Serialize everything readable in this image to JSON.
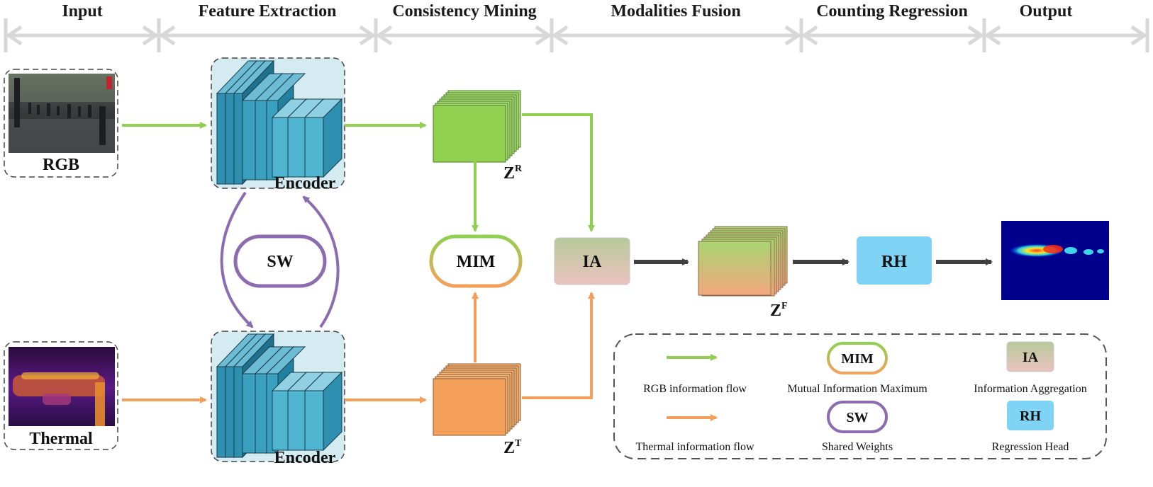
{
  "stages": [
    "Input",
    "Feature Extraction",
    "Consistency Mining",
    "Modalities Fusion",
    "Counting Regression",
    "Output"
  ],
  "inputs": {
    "rgb_label": "RGB",
    "thermal_label": "Thermal"
  },
  "encoder": {
    "top_label": "Encoder",
    "bottom_label": "Encoder"
  },
  "shared_weights": "SW",
  "features": {
    "rgb": "Z",
    "rgb_sup": "R",
    "thermal": "Z",
    "thermal_sup": "T",
    "fused": "Z",
    "fused_sup": "F"
  },
  "mim": "MIM",
  "ia": "IA",
  "rh": "RH",
  "legend": {
    "rgb_flow": "RGB information flow",
    "thermal_flow": "Thermal information flow",
    "mim_box": "MIM",
    "mim_desc": "Mutual Information Maximum",
    "sw_box": "SW",
    "sw_desc": "Shared Weights",
    "ia_box": "IA",
    "ia_desc": "Information Aggregation",
    "rh_box": "RH",
    "rh_desc": "Regression Head"
  },
  "colors": {
    "rgb_flow": "#8fd14f",
    "thermal_flow": "#f5a05a",
    "sw": "#8c6bb1",
    "dark_arrow": "#404040",
    "rh_fill": "#7fd3f5",
    "encoder_bg": "#d4ebf2",
    "encoder_blocks": "#2f8fb0"
  }
}
